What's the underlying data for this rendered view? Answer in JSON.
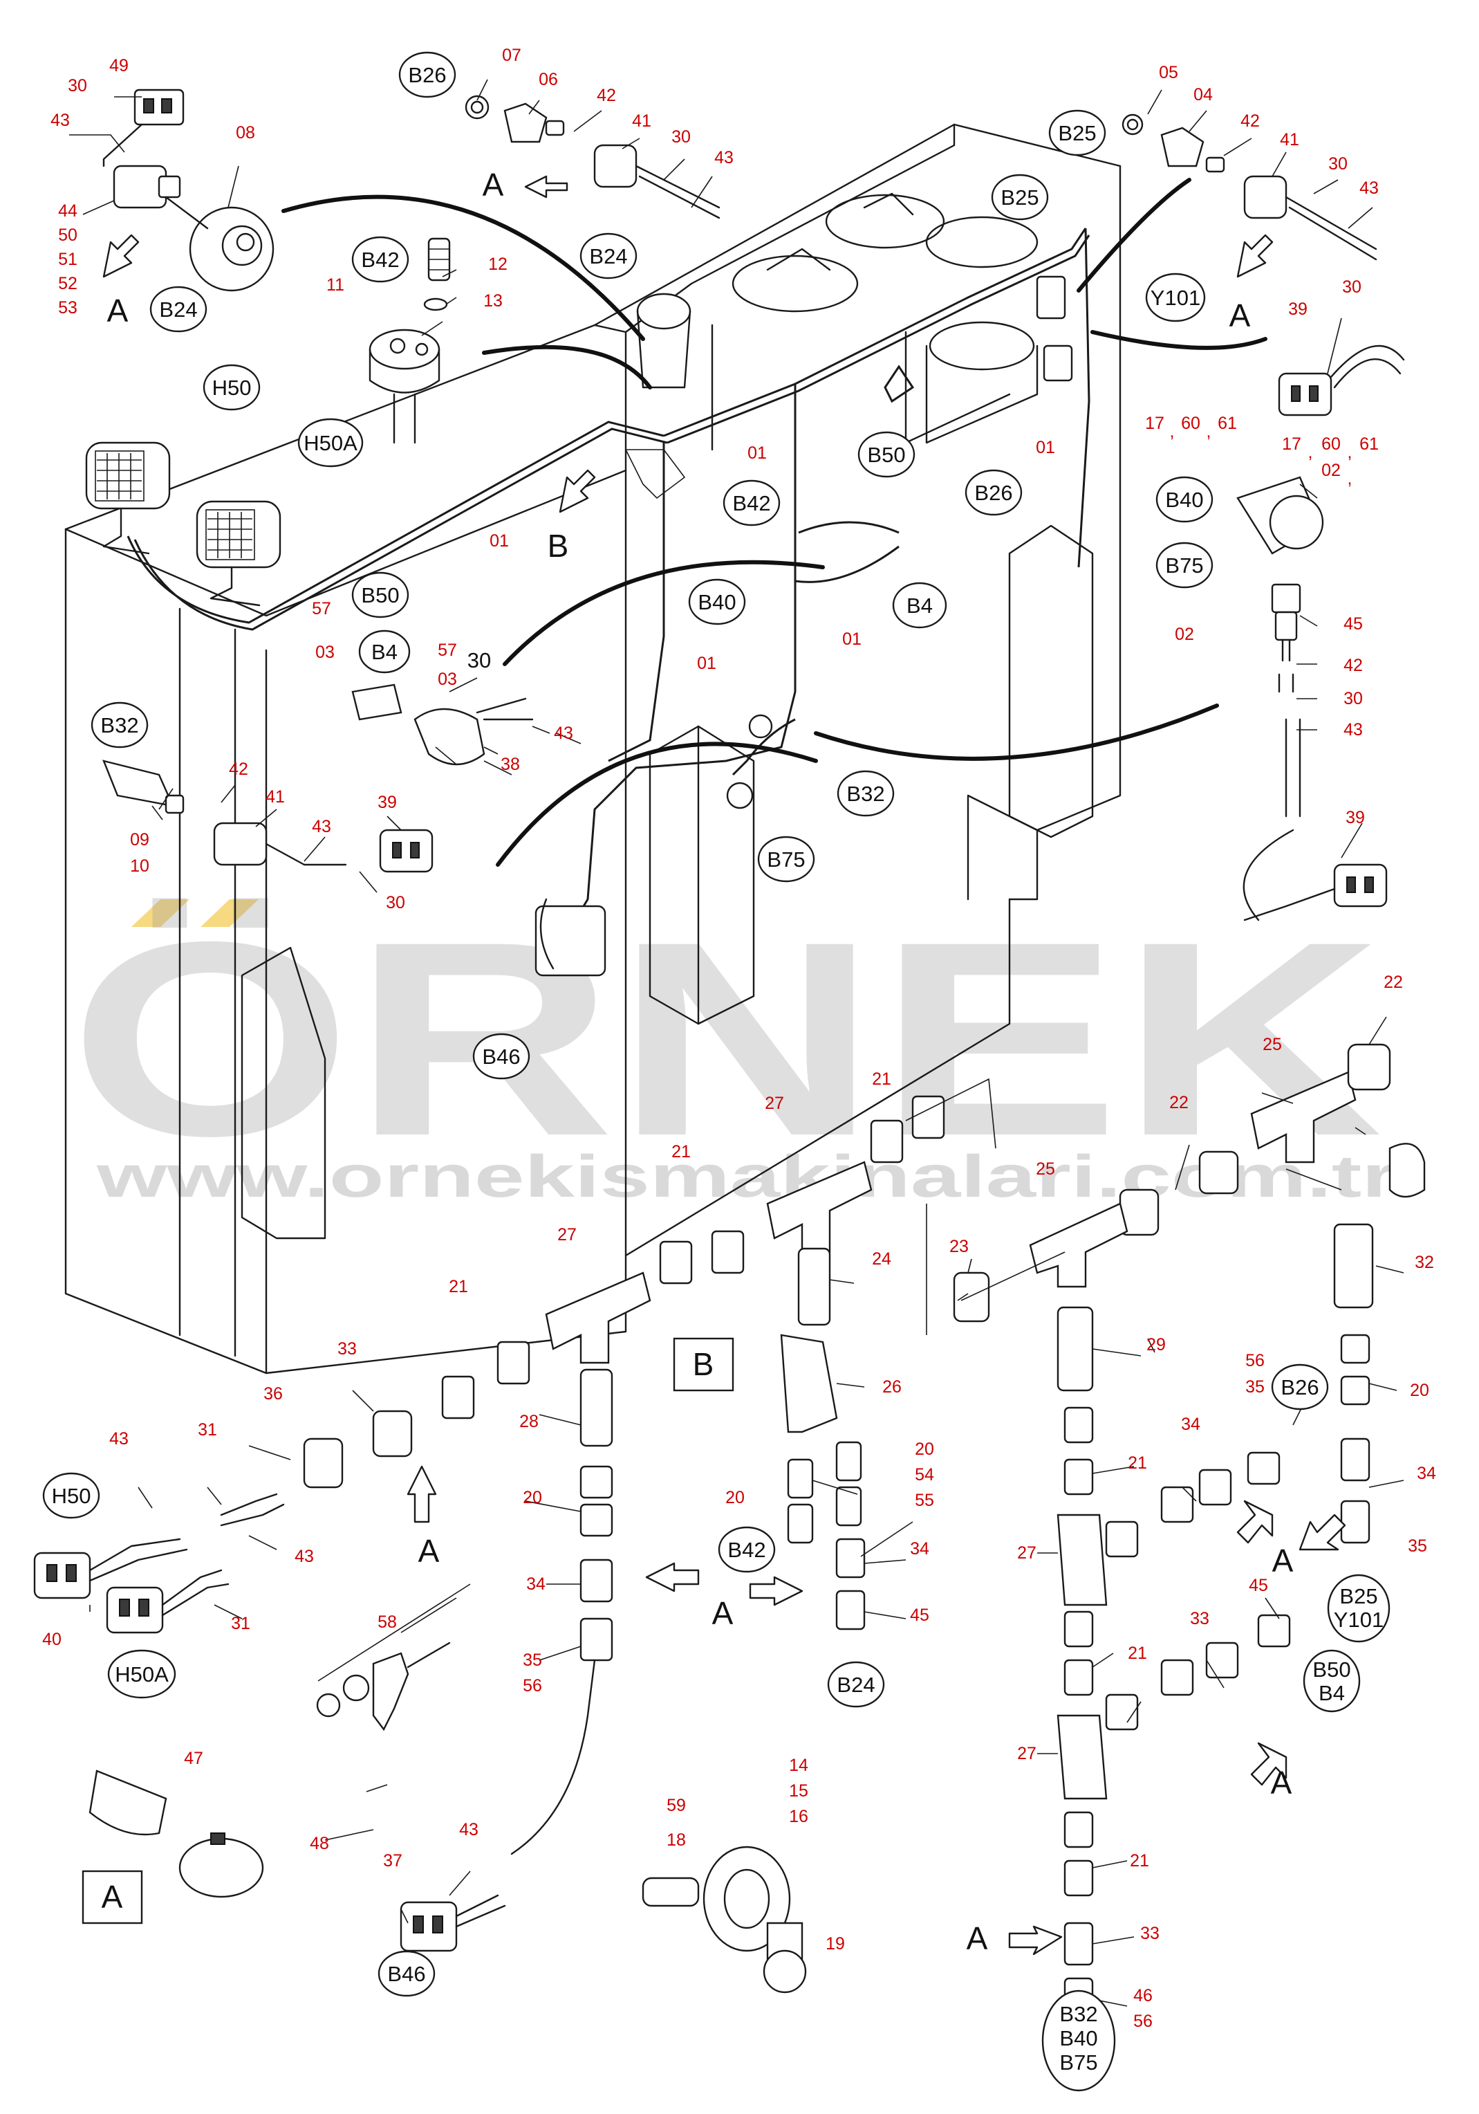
{
  "watermark": {
    "brand": "ÖRNEK",
    "url": "www.ornekismakinalari.com.tr",
    "colors": {
      "text": "#9b9b9b",
      "accent": "#f2c94c"
    }
  },
  "colors": {
    "part_number": "#cc0000",
    "line": "#1a1a1a"
  },
  "view_labels": {
    "arrow_a": "A",
    "arrow_b": "B",
    "box_a": "A",
    "box_b": "B"
  },
  "components": {
    "b26": "B26",
    "b25": "B25",
    "b24": "B24",
    "b42": "B42",
    "y101": "Y101",
    "h50": "H50",
    "h50a": "H50A",
    "b50": "B50",
    "b4": "B4",
    "b40": "B40",
    "b75": "B75",
    "b32": "B32",
    "b46": "B46",
    "b25_y101_a": "B25",
    "b25_y101_b": "Y101",
    "b50_b4_a": "B50",
    "b50_b4_b": "B4",
    "b32_stack_a": "B32",
    "b32_stack_b": "B40",
    "b32_stack_c": "B75"
  },
  "part_numbers": {
    "n01": "01",
    "n02": "02",
    "n03": "03",
    "n04": "04",
    "n05": "05",
    "n06": "06",
    "n07": "07",
    "n08": "08",
    "n09": "09",
    "n10": "10",
    "n11": "11",
    "n12": "12",
    "n13": "13",
    "n14": "14",
    "n15": "15",
    "n16": "16",
    "n17": "17",
    "n18": "18",
    "n19": "19",
    "n20": "20",
    "n21": "21",
    "n22": "22",
    "n23": "23",
    "n24": "24",
    "n25": "25",
    "n26": "26",
    "n27": "27",
    "n28": "28",
    "n29": "29",
    "n30": "30",
    "n31": "31",
    "n32": "32",
    "n33": "33",
    "n34": "34",
    "n35": "35",
    "n36": "36",
    "n37": "37",
    "n38": "38",
    "n39": "39",
    "n40": "40",
    "n41": "41",
    "n42": "42",
    "n43": "43",
    "n44": "44",
    "n45": "45",
    "n46": "46",
    "n47": "47",
    "n48": "48",
    "n49": "49",
    "n50": "50",
    "n51": "51",
    "n52": "52",
    "n53": "53",
    "n54": "54",
    "n55": "55",
    "n56": "56",
    "n57": "57",
    "n58": "58",
    "n59": "59",
    "n60": "60",
    "n61": "61",
    "n30_black": "30",
    "comma": ","
  }
}
